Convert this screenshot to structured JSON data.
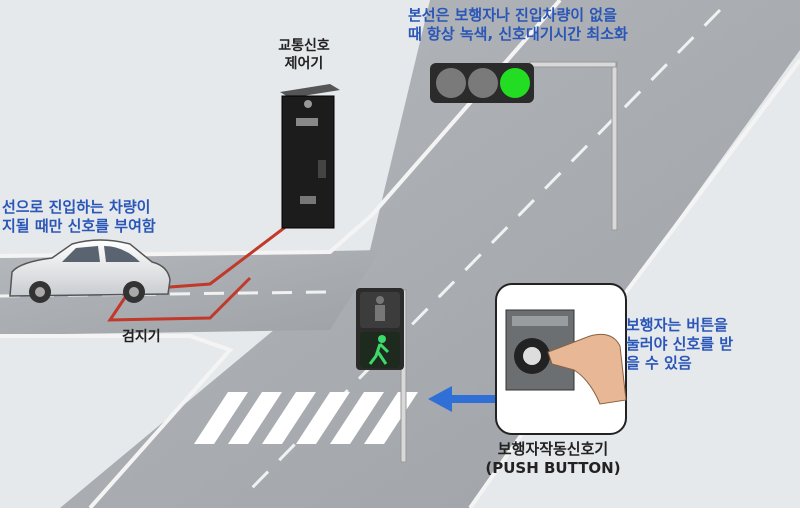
{
  "labels": {
    "main_road_line1": "본선은 보행자나 진입차량이 없을",
    "main_road_line2": "때 항상 녹색, 신호대기시간 최소화",
    "controller_line1": "교통신호",
    "controller_line2": "제어기",
    "side_road_line1": "선으로 진입하는 차량이",
    "side_road_line2": "지될 때만 신호를 부여함",
    "detector": "검지기",
    "pedestrian_line1": "보행자는 버튼을",
    "pedestrian_line2": "눌러야 신호를 받",
    "pedestrian_line3": "을 수 있음",
    "push_button_line1": "보행자작동신호기",
    "push_button_line2": "(PUSH BUTTON)"
  },
  "colors": {
    "label_blue": "#2a56b8",
    "signal_green": "#22dd22",
    "detector_loop": "#c0392b",
    "arrow_blue": "#2f6fd6",
    "road": "#a5a9ad"
  },
  "vehicle_signal": {
    "lamps": [
      "off",
      "off",
      "green"
    ]
  },
  "pedestrian_signal": {
    "lamps": [
      "stop-figure-off",
      "walk-figure-green"
    ]
  },
  "icons": [
    "car-icon",
    "traffic-controller-icon",
    "vehicle-signal-icon",
    "pedestrian-signal-icon",
    "push-button-icon",
    "hand-icon",
    "arrow-icon"
  ]
}
